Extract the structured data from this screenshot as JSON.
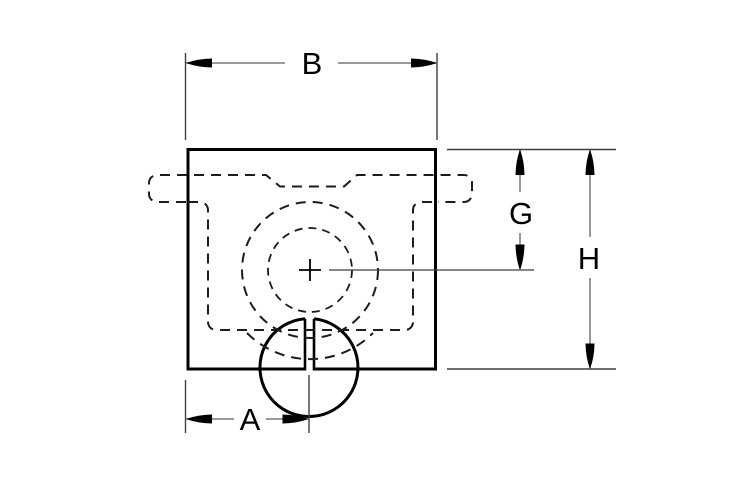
{
  "drawing": {
    "kind": "dimensioned part drawing, top view of slotted clamp block with center bore",
    "dimension_labels": {
      "B": "B",
      "G": "G",
      "H": "H",
      "A": "A"
    }
  },
  "colors": {
    "background": "#ffffff",
    "outline": "#000000",
    "hidden_line": "#1c1c1c",
    "dimension_line": "#8c8c8c",
    "extension_line": "#3f3f3f",
    "text": "#000000"
  }
}
